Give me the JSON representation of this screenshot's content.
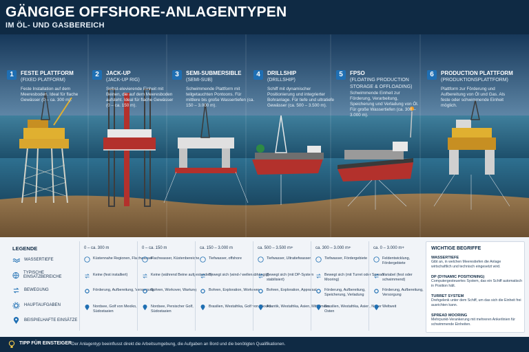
{
  "header": {
    "title": "GÄNGIGE OFFSHORE-ANLAGENTYPEN",
    "subtitle": "IM ÖL- UND GASBEREICH"
  },
  "columns": [
    {
      "num": "1",
      "title": "FESTE PLATTFORM",
      "subtitle": "(FIXED PLATFORM)",
      "desc": "Feste Installation auf dem Meeresboden. Ideal für flache Gewässer (0 – ca. 300 m).",
      "depth": "0 – ca. 300 m",
      "region": "Küstennahe Regionen, Flachwasser",
      "motion": "Keine (fest installiert)",
      "task": "Förderung, Aufbereitung, Versorgung",
      "example": "Nordsee, Golf von Mexiko, Südostasien"
    },
    {
      "num": "2",
      "title": "JACK-UP",
      "subtitle": "(JACK-UP RIG)",
      "desc": "Selbst-elevierende Einheit mit Beinen, die auf dem Meeresboden aufsteht. Ideal für flache Gewässer (0 – ca. 150 m).",
      "depth": "0 – ca. 150 m",
      "region": "Flachwasser, Küstenbereiche",
      "motion": "Keine (während Beine aufgestanden)",
      "task": "Bohren, Workover, Wartung",
      "example": "Nordsee, Persischer Golf, Südostasien"
    },
    {
      "num": "3",
      "title": "SEMI-SUBMERSIBLE",
      "subtitle": "(SEMI-SUB)",
      "desc": "Schwimmende Plattform mit teilgetauchten Pontoons. Für mittlere bis große Wassertiefen (ca. 150 – 3.000 m).",
      "depth": "ca. 150 – 3.000 m",
      "region": "Tiefwasser, offshore",
      "motion": "Bewegt sich (wind-/ wellenabhängig)",
      "task": "Bohren, Exploration, Workover",
      "example": "Brasilien, Westafrika, Golf von Mexiko"
    },
    {
      "num": "4",
      "title": "DRILLSHIP",
      "subtitle": "(DRILLSHIP)",
      "desc": "Schiff mit dynamischer Positionierung und integrierter Bohranlage. Für tiefe und ultratiefe Gewässer (ca. 500 – 3.500 m).",
      "depth": "ca. 500 – 3.500 m+",
      "region": "Tiefwasser, Ultratiefwasser",
      "motion": "Bewegt sich (mit DP-System stabilisiert)",
      "task": "Bohren, Exploration, Appraisal",
      "example": "Atlantik, Westafrika, Asien, Mittelmeer"
    },
    {
      "num": "5",
      "title": "FPSO",
      "subtitle": "(FLOATING PRODUCTION STORAGE & OFFLOADING)",
      "desc": "Schwimmende Einheit zur Förderung, Verarbeitung, Speicherung und Verladung von Öl. Für große Wassertiefen (ca. 300 – 3.000 m).",
      "depth": "ca. 300 – 3.000 m+",
      "region": "Tiefwasser, Fördergebiete",
      "motion": "Bewegt sich (mit Turret oder Spread Mooring)",
      "task": "Förderung, Aufbereitung, Speicherung, Verladung",
      "example": "Brasilien, Westafrika, Asien, Naher Osten"
    },
    {
      "num": "6",
      "title": "PRODUCTION PLATTFORM",
      "subtitle": "(PRODUKTIONSPLATTFORM)",
      "desc": "Plattform zur Förderung und Aufbereitung von Öl und Gas. Als feste oder schwimmende Einheit möglich.",
      "depth": "ca. 0 – 3.000 m+",
      "region": "Feldentwicklung, Fördergebiete",
      "motion": "Variabel (fest oder schwimmend)",
      "task": "Förderung, Aufbereitung, Versorgung",
      "example": "Weltweit"
    }
  ],
  "legend": {
    "heading": "LEGENDE",
    "items": [
      "WASSERTIEFE",
      "TYPISCHE EINSATZBEREICHE",
      "BEWEGUNG",
      "HAUPTAUFGABEN",
      "BEISPIELHAFTE EINSÄTZE"
    ]
  },
  "terms": {
    "heading": "WICHTIGE BEGRIFFE",
    "items": [
      {
        "name": "WASSERTIEFE",
        "desc": "Gibt an, in welchen Meerestiefen die Anlage wirtschaftlich und technisch eingesetzt wird."
      },
      {
        "name": "DP (DYNAMIC POSITIONING)",
        "desc": "Computergesteuertes System, das ein Schiff automatisch in Position hält."
      },
      {
        "name": "TURRET SYSTEM",
        "desc": "Drehgelenk unter dem Schiff, um das sich die Einheit frei ausrichten kann."
      },
      {
        "name": "SPREAD MOORING",
        "desc": "Mehrpunkt-Verankerung mit mehreren Ankerlinien für schwimmende Einheiten."
      }
    ]
  },
  "footer": {
    "tip_label": "TIPP FÜR EINSTEIGER",
    "tip_text": "Der Anlagentyp beeinflusst direkt die Arbeitsumgebung, die Aufgaben an Bord und die benötigten Qualifikationen."
  },
  "colors": {
    "navy": "#0f2a44",
    "badge": "#1f6fb3",
    "sea": "#2f6f8f",
    "seabed": "#8a6a44",
    "hull_red": "#b3312c",
    "rig_yellow": "#e0b030"
  }
}
